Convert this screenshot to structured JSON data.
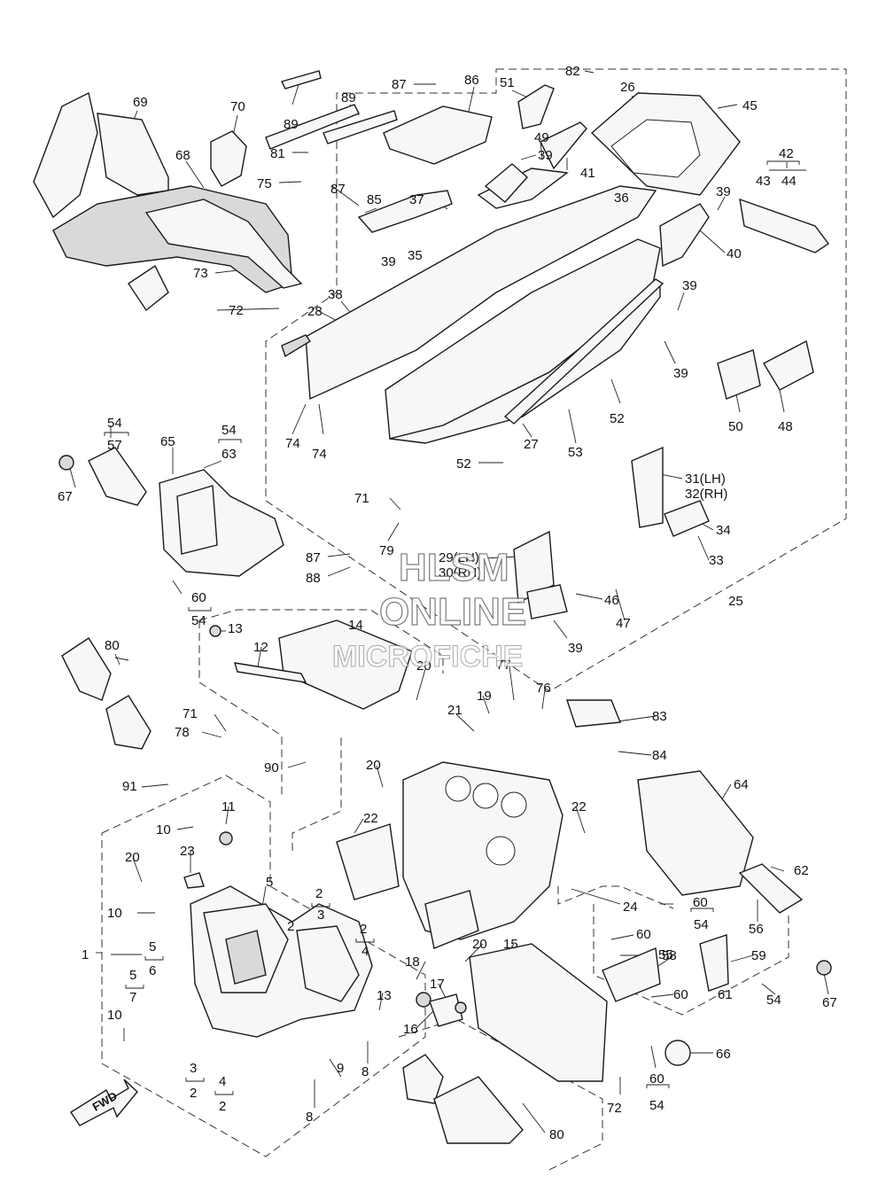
{
  "watermark": {
    "line1": "HLSM",
    "line2": "ONLINE",
    "line3": "MICROFICHE"
  },
  "fwd_label": "FWD",
  "callouts": {
    "c1": "1",
    "c2a": "2",
    "c2b": "2",
    "c2c": "2",
    "c2d": "2",
    "c3a": "3",
    "c3b": "3",
    "c4a": "4",
    "c4b": "4",
    "c5a": "5",
    "c5b": "5",
    "c5c": "5",
    "c6": "6",
    "c7": "7",
    "c8a": "8",
    "c8b": "8",
    "c9": "9",
    "c10a": "10",
    "c10b": "10",
    "c10c": "10",
    "c11": "11",
    "c12": "12",
    "c13a": "13",
    "c13b": "13",
    "c14": "14",
    "c15": "15",
    "c16": "16",
    "c17": "17",
    "c18": "18",
    "c19": "19",
    "c20a": "20",
    "c20b": "20",
    "c20c": "20",
    "c20d": "20",
    "c21": "21",
    "c22a": "22",
    "c22b": "22",
    "c23": "23",
    "c24": "24",
    "c25": "25",
    "c26": "26",
    "c27": "27",
    "c28": "28",
    "c29": "29(LH)",
    "c30": "30(RH)",
    "c31": "31(LH)",
    "c32": "32(RH)",
    "c33": "33",
    "c34": "34",
    "c35": "35",
    "c36": "36",
    "c37": "37",
    "c38": "38",
    "c39a": "39",
    "c39b": "39",
    "c39c": "39",
    "c39d": "39",
    "c39e": "39",
    "c39f": "39",
    "c40": "40",
    "c41": "41",
    "c42": "42",
    "c43": "43",
    "c44": "44",
    "c45": "45",
    "c46": "46",
    "c47": "47",
    "c48": "48",
    "c49": "49",
    "c50": "50",
    "c51": "51",
    "c52a": "52",
    "c52b": "52",
    "c53": "53",
    "c54a": "54",
    "c54b": "54",
    "c54c": "54",
    "c54d": "54",
    "c54e": "54",
    "c54f": "54",
    "c55": "55",
    "c56": "56",
    "c57": "57",
    "c58": "58",
    "c59": "59",
    "c60a": "60",
    "c60b": "60",
    "c60c": "60",
    "c60d": "60",
    "c60e": "60",
    "c61": "61",
    "c62": "62",
    "c63": "63",
    "c64": "64",
    "c65": "65",
    "c66": "66",
    "c67a": "67",
    "c67b": "67",
    "c68": "68",
    "c69": "69",
    "c70": "70",
    "c71a": "71",
    "c71b": "71",
    "c72a": "72",
    "c72b": "72",
    "c73": "73",
    "c74a": "74",
    "c74b": "74",
    "c75": "75",
    "c76": "76",
    "c77": "77",
    "c78": "78",
    "c79": "79",
    "c80a": "80",
    "c80b": "80",
    "c81": "81",
    "c82": "82",
    "c83": "83",
    "c84": "84",
    "c85": "85",
    "c86": "86",
    "c87a": "87",
    "c87b": "87",
    "c87c": "87",
    "c88": "88",
    "c89a": "89",
    "c89b": "89",
    "c90": "90",
    "c91": "91"
  }
}
